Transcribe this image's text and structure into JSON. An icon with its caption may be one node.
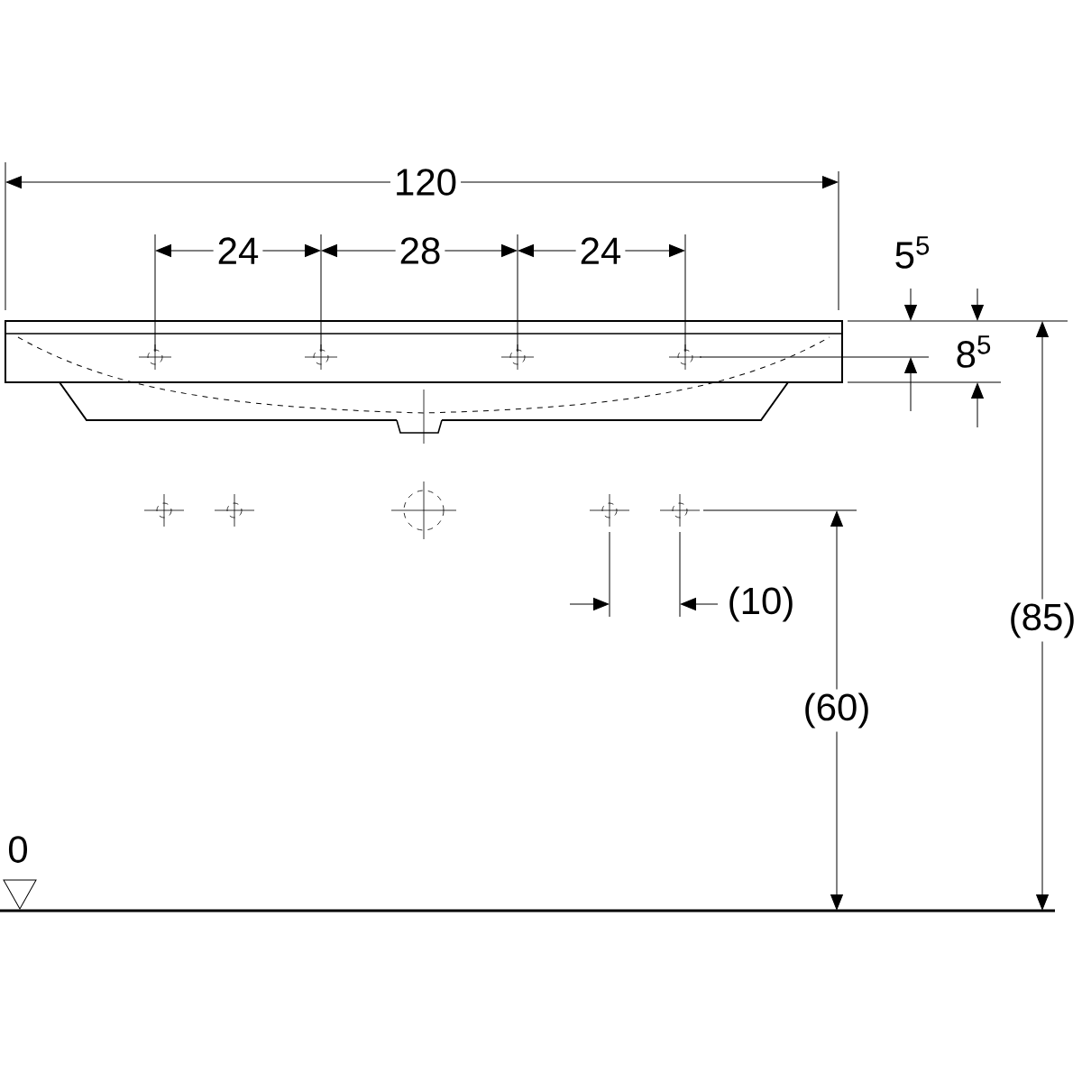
{
  "diagram": {
    "labels": [
      "120",
      "24",
      "28",
      "24",
      "5$^{5}$",
      "8$^{5}$",
      "(10)",
      "(60)",
      "(85)",
      "0"
    ]
  }
}
